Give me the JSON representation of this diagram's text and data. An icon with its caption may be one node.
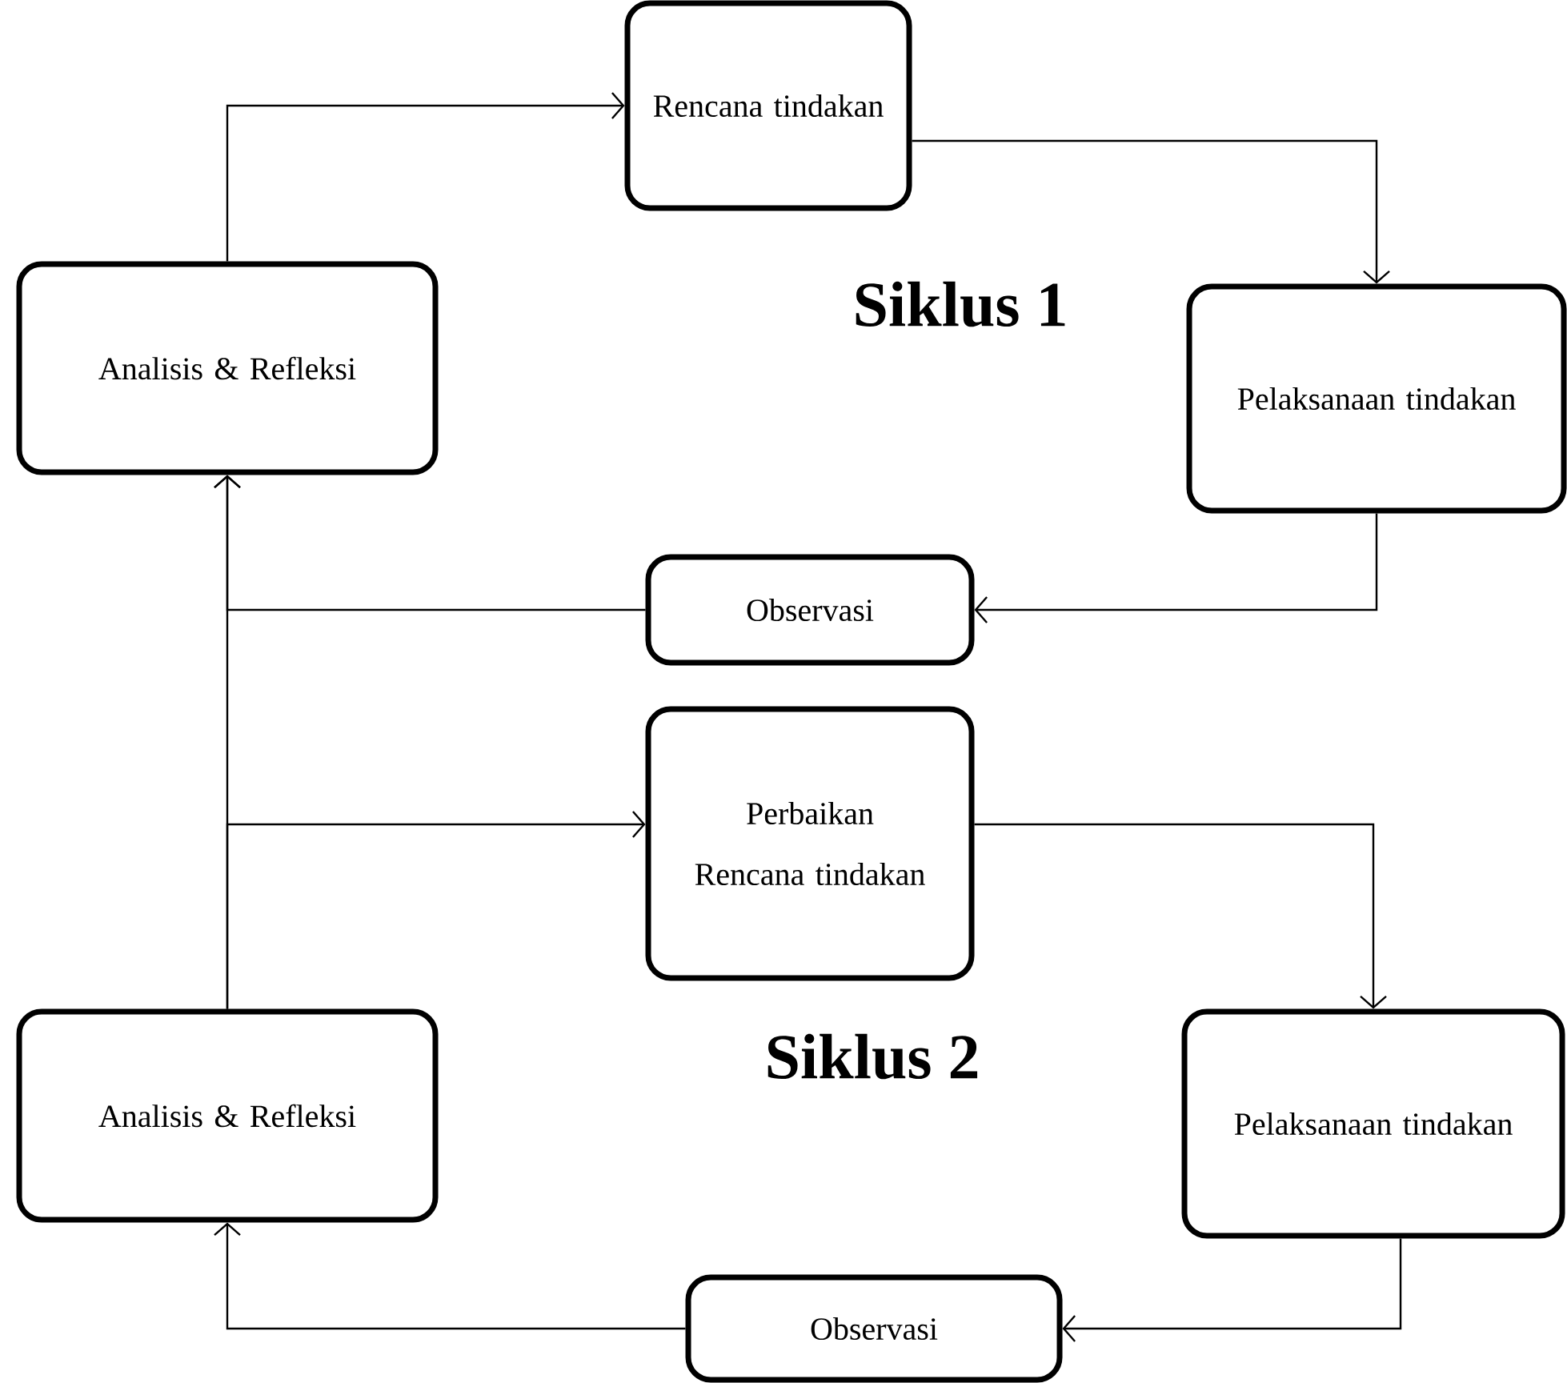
{
  "diagram": {
    "nodes": [
      {
        "text": [
          "Rencana tindakan"
        ]
      },
      {
        "text": [
          "Analisis & Refleksi"
        ]
      },
      {
        "text": [
          "Pelaksanaan tindakan"
        ]
      },
      {
        "text": [
          "Observasi"
        ]
      },
      {
        "text": [
          "Perbaikan Rencana tindakan"
        ]
      },
      {
        "text": [
          "Analisis & Refleksi"
        ]
      },
      {
        "text": [
          "Pelaksanaan tindakan"
        ]
      },
      {
        "text": [
          "Observasi"
        ]
      }
    ],
    "edges": [
      {
        "from": 1,
        "to": 0,
        "arrow": "to"
      },
      {
        "from": 0,
        "to": 2,
        "arrow": "to"
      },
      {
        "from": 2,
        "to": 3,
        "arrow": "to"
      },
      {
        "from": 3,
        "to": 1,
        "arrow": "to"
      },
      {
        "from": 5,
        "to": 1,
        "arrow": "to"
      },
      {
        "from": 5,
        "to": 4,
        "arrow": "to"
      },
      {
        "from": 4,
        "to": 6,
        "arrow": "to"
      },
      {
        "from": 6,
        "to": 7,
        "arrow": "to"
      },
      {
        "from": 7,
        "to": 5,
        "arrow": "to"
      }
    ],
    "labels": [
      "Siklus 1",
      "Siklus 2"
    ]
  }
}
